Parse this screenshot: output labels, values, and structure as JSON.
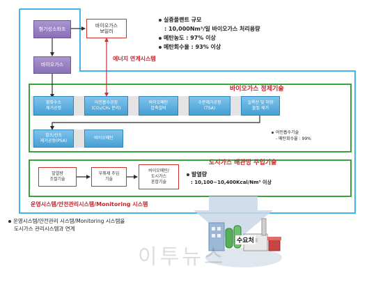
{
  "colors": {
    "outer_frame": "#43b4e6",
    "section_frame": "#39a339",
    "purple_box": "#8a6fb7",
    "blue_box": "#46a0d6",
    "red": "#c0262c",
    "arrow_dark": "#2b2b2b"
  },
  "nodes": {
    "anaerobic_digester": "혐기성소화조",
    "biogas_boiler": "바이오가스\n보일러",
    "biogas": "바이오가스",
    "desulfurization": "황화수소\n제거공정",
    "amine_absorption": "어민흡수공정\n(CO₂/CH₄ 분리)",
    "biomethane_compression": "바이오메탄\n압축설비",
    "moisture_removal": "수분제거공정\n(TSA)",
    "siloxane_removal": "실록산 및 미량\n물질 제거",
    "nitrogen_oxygen_removal": "질소/산소\n제거공정(PSA)",
    "biomethane": "바이오메탄",
    "heating_value_control": "발열량\n조절기술",
    "odorant_injection": "부취제 주입\n기술",
    "gas_mixing": "바이오메탄/\n도시가스\n혼합기술"
  },
  "labels": {
    "energy_link_system": "에너지 연계시스템",
    "biogas_refining_tech": "바이오가스 정제기술",
    "city_gas_injection_tech": "도시가스 배관망 주입기술",
    "operation_monitoring_system": "운영시스템/안전관리시스템/Monitoring 시스템",
    "consumer": "수요처"
  },
  "info_top": [
    "실증플랜트 규모",
    ": 10,000Nm³/일 바이오가스 처리용량",
    "메탄농도 : 97% 이상",
    "메탄회수율 : 93% 이상"
  ],
  "info_refining": [
    "어민흡수기술",
    "- 메탄회수율 : 99%"
  ],
  "info_heating": [
    "발열량",
    ": 10,100~10,400Kcal/Nm³ 이상"
  ],
  "bottom_note": [
    "운영시스템/안전관리 시스템/Monitoring 시스템을",
    "도시가스 관리시스템과 연계"
  ],
  "watermark": "이투뉴스"
}
